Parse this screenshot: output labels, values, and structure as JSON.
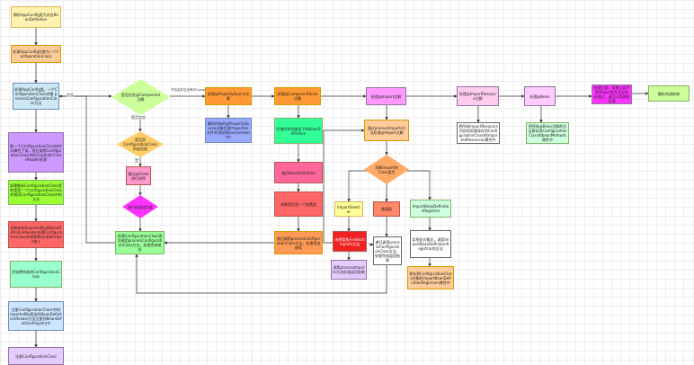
{
  "diagram": {
    "nodes": {
      "n_start": "解析AppConfig类为对应BeanDefinition",
      "n_bdparse": "处理AppConfig包装为一个ConfigurationClass",
      "n_left_proc": "处理AppConfig类，一个ConfigurationClass对象\nprocessConfigurationClass方法",
      "n_left_purple": "取一个ConfigurationClass的中间属性了类，然后调用ConfigurationClass中的方法并进行ClassReader处理",
      "n_left_green": "如果解析ConfigurationClass里的类是一个ConfigurationClass并调用ConfigurationClass中的方法",
      "n_left_red": "把所有的ImportedBy和BeanDefinitionReader处理ConfigurationClass并调用BeanDefinition加入",
      "n_left_cyan": "开始将所有的ConfigurationClass",
      "n_left_blue": "注册ConfigurationClass中的ImportedBy相关的BeanDefinitionReader方法注册到BeanDefinitionRegistry中",
      "n_left_lav": "注册ConfigurationClass",
      "n_col2_pink": "通过@Order进行排序",
      "n_col2_green": "处理ConfigurationClass再次调用processConfigurationClass方法，处理完成继续",
      "n_h_propsrc": "处理@PropertySource注解",
      "n_h_compscan": "处理@ComponentScan注解",
      "n_h_import": "处理@Import注解",
      "n_h_impres": "处理@ImportResource注解",
      "n_h_bean": "处理@Bean",
      "n_h_magenta": "处理父类，如果父类不是Object类型且没有处理过，返回父类继续处理",
      "n_h_end": "解析完成结束",
      "n_propsrc_desc": "解析所有的@PropertySource注解信息Properties文件并添加到Environment中",
      "n_cs_green1": "扫描所有包路径下的BeanDefinition",
      "n_cs_pink": "遍历BeanDefinition",
      "n_cs_red": "判断是否是一个配置类",
      "n_cs_orange": "递归调用processConfigurationClass方法，处理完成继续",
      "n_imp_orange": "通过processImports方法处理@Import注解",
      "n_imp_yellow": "ImportSelector",
      "n_imp_red1": "选择类执行selectImports方法",
      "n_imp_pink": "ImportSelector继续处理",
      "n_imp_lav": "调用processImports方法处理返回结果",
      "n_imp_coral": "普通类",
      "n_imp_plain": "递归调用processConfigurationClass方法，处理完成返回结果",
      "n_imp_reg": "ImportBeanDefinitionRegistrar",
      "n_imp_reg2": "实例化对象后，调用ImportBeanDefinitionRegistrar的方法",
      "n_imp_reg3": "保存到ConfigurationClass对象的importBeanDefinitionRegistrars属性中",
      "n_res_desc": "把所有ImportResource对应的资源保存到ConfigurationClass的importedResources属性中",
      "n_bean_desc": "把所有@Bean注解的方法保存到ConfigurationClass的beanMethods属性中"
    },
    "decisions": {
      "d_component": "是否包含@Component注解",
      "d_member": "是否是ConfigurationClass的成员类",
      "d_member2": "递归处理成员类",
      "d_import_type": "判断Import的Class类型"
    },
    "edge_labels": {
      "e_contains": "包含",
      "e_not_contains": "不包含",
      "e_is_inner": "是否包含",
      "e_yes": "是",
      "e_no_component": "不包含并且没有@Component注解"
    }
  }
}
